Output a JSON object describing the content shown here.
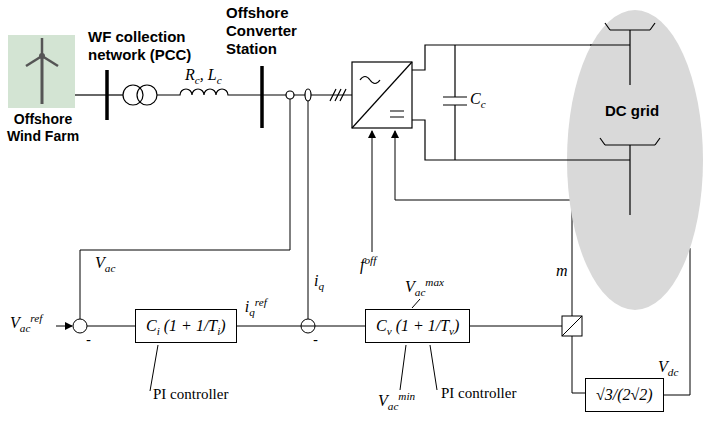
{
  "diagram": {
    "nodes": [
      {
        "text": [
          "Offshore Wind Farm"
        ]
      },
      {
        "text": [
          "DC grid"
        ]
      },
      {
        "text": [
          "Ci (1 + 1/Ti)",
          "PI controller"
        ]
      },
      {
        "text": [
          "Cv (1 + 1/Tv)",
          "PI controller"
        ]
      },
      {
        "text": [
          "√3/(2√2)"
        ]
      }
    ],
    "edges": [
      {
        "from": 2,
        "to": 3,
        "label": "iqref",
        "arrow": "none"
      },
      {
        "from": 1,
        "to": 4,
        "arrow": "none"
      }
    ],
    "labels": [
      "WF collection network (PCC)",
      "Rc, Lc",
      "Offshore Converter Station",
      "Cc",
      "foff",
      "m",
      "Vdc",
      "Vac",
      "Vacref",
      "-",
      "iq",
      "-",
      "Vacmax",
      "Vacmin"
    ]
  }
}
